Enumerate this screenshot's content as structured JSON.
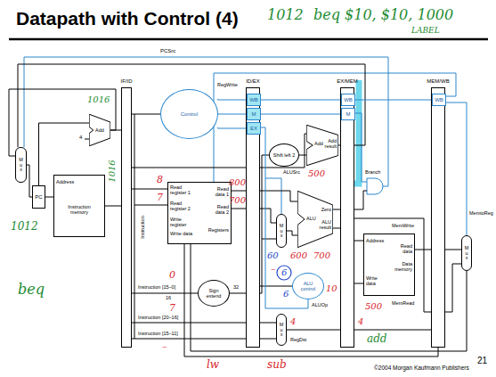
{
  "diagram": {
    "title": "Datapath with Control (4)",
    "nodes": [
      {
        "text": [
          "Mux"
        ]
      },
      {
        "text": [
          "PC"
        ]
      },
      {
        "text": [
          "Add"
        ]
      },
      {
        "text": [
          "Address",
          "Instruction memory"
        ]
      },
      {
        "text": [
          "IF/ID"
        ]
      },
      {
        "text": [
          "Control"
        ]
      },
      {
        "text": [
          "Read register 1",
          "Read register 2",
          "Write register",
          "Write data",
          "Read data 1",
          "Read data 2",
          "Registers"
        ]
      },
      {
        "text": [
          "Sign extend"
        ]
      },
      {
        "text": [
          "ID/EX"
        ]
      },
      {
        "text": [
          "WB"
        ],
        "in": 8
      },
      {
        "text": [
          "M"
        ],
        "in": 8
      },
      {
        "text": [
          "EX"
        ],
        "in": 8
      },
      {
        "text": [
          "Shift left 2"
        ]
      },
      {
        "text": [
          "Add",
          "Add result"
        ]
      },
      {
        "text": [
          "Mux"
        ]
      },
      {
        "text": [
          "ALU",
          "Zero",
          "ALU result"
        ]
      },
      {
        "text": [
          "ALU control"
        ]
      },
      {
        "text": [
          "Mux"
        ]
      },
      {
        "text": [
          "EX/MEM"
        ]
      },
      {
        "text": [
          "WB"
        ],
        "in": 18
      },
      {
        "text": [
          "M"
        ],
        "in": 18
      },
      {
        "text": [
          "Address",
          "Read data",
          "Write data",
          "Data memory"
        ]
      },
      {
        "text": [
          "MEM/WB"
        ]
      },
      {
        "text": [
          "WB"
        ],
        "in": 22
      },
      {
        "text": [
          "Mux"
        ]
      }
    ],
    "edges": [
      {
        "from": 0,
        "to": 1,
        "arrow": "none"
      },
      {
        "from": 1,
        "to": 3,
        "arrow": "none"
      },
      {
        "from": 1,
        "to": 2,
        "arrow": "none"
      },
      {
        "from": 2,
        "to": 4,
        "arrow": "none"
      },
      {
        "from": 2,
        "to": 0,
        "arrow": "none"
      },
      {
        "from": 3,
        "to": 4,
        "arrow": "none"
      },
      {
        "from": 4,
        "to": 5,
        "arrow": "none"
      },
      {
        "from": 4,
        "to": 6,
        "arrow": "none"
      },
      {
        "from": 4,
        "to": 7,
        "arrow": "none"
      },
      {
        "from": 4,
        "to": 8,
        "arrow": "none"
      },
      {
        "from": 4,
        "to": 8,
        "arrow": "none"
      },
      {
        "from": 4,
        "to": 8,
        "arrow": "none"
      },
      {
        "from": 5,
        "to": 9,
        "arrow": "none"
      },
      {
        "from": 5,
        "to": 10,
        "arrow": "none"
      },
      {
        "from": 5,
        "to": 11,
        "arrow": "none"
      },
      {
        "from": 6,
        "to": 8,
        "arrow": "none"
      },
      {
        "from": 6,
        "to": 8,
        "arrow": "none"
      },
      {
        "from": 7,
        "to": 8,
        "arrow": "none"
      },
      {
        "from": 8,
        "to": 13,
        "arrow": "none"
      },
      {
        "from": 8,
        "to": 12,
        "arrow": "none"
      },
      {
        "from": 12,
        "to": 13,
        "arrow": "none"
      },
      {
        "from": 8,
        "to": 15,
        "arrow": "none"
      },
      {
        "from": 8,
        "to": 14,
        "arrow": "none"
      },
      {
        "from": 14,
        "to": 15,
        "arrow": "none"
      },
      {
        "from": 8,
        "to": 16,
        "arrow": "none"
      },
      {
        "from": 8,
        "to": 17,
        "arrow": "none"
      },
      {
        "from": 11,
        "to": 16,
        "arrow": "none"
      },
      {
        "from": 13,
        "to": 18,
        "arrow": "none"
      },
      {
        "from": 15,
        "to": 18,
        "arrow": "none"
      },
      {
        "from": 17,
        "to": 18,
        "arrow": "none"
      },
      {
        "from": 9,
        "to": 19,
        "arrow": "none"
      },
      {
        "from": 10,
        "to": 20,
        "arrow": "none"
      },
      {
        "from": 18,
        "to": 0,
        "arrow": "none"
      },
      {
        "from": 18,
        "to": 21,
        "arrow": "none"
      },
      {
        "from": 21,
        "to": 22,
        "arrow": "none"
      },
      {
        "from": 18,
        "to": 22,
        "arrow": "none"
      },
      {
        "from": 19,
        "to": 23,
        "arrow": "none"
      },
      {
        "from": 22,
        "to": 24,
        "arrow": "none"
      },
      {
        "from": 24,
        "to": 6,
        "arrow": "none"
      },
      {
        "from": 22,
        "to": 6,
        "arrow": "none"
      }
    ],
    "labels": [
      "PCSrc",
      "4",
      "Instruction",
      "RegWrite",
      "Instruction [15–0]",
      "16",
      "32",
      "Instruction [20–16]",
      "Instruction [15–11]",
      "ALUSrc",
      "ALUOp",
      "RegDst",
      "Branch",
      "MemWrite",
      "MemRead",
      "MemtoReg",
      "©2004 Morgan Kaufmann Publishers",
      "21",
      "1012",
      "beq $10, $10, 1000",
      "LABEL",
      "1016",
      "1016",
      "1012",
      "beq",
      "8",
      "7",
      "800",
      "700",
      "0",
      "7",
      "–",
      "500",
      "60",
      "600",
      "700",
      "–",
      "6",
      "6",
      "10",
      "4",
      "4",
      "500",
      "add",
      "lw",
      "sub"
    ]
  }
}
